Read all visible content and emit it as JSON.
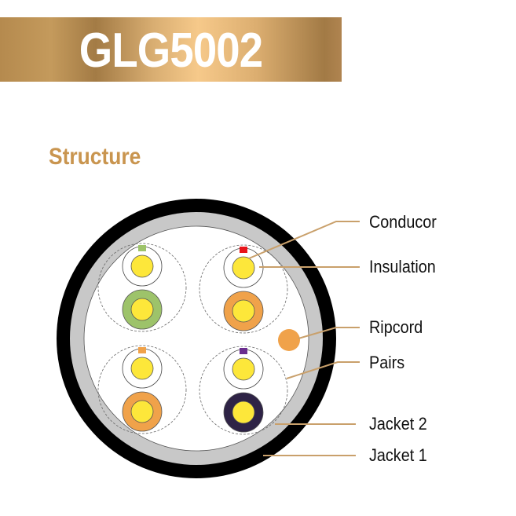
{
  "header": {
    "title": "GLG5002"
  },
  "section": {
    "title": "Structure"
  },
  "labels": {
    "conductor": "Conducor",
    "insulation": "Insulation",
    "ripcord": "Ripcord",
    "pairs": "Pairs",
    "jacket2": "Jacket 2",
    "jacket1": "Jacket 1"
  },
  "colors": {
    "brand_gold": "#c9954f",
    "conductor": "#fde73a",
    "jacket1": "#000000",
    "jacket2": "#c8c8c8",
    "pair_colors": [
      "#9dc36a",
      "#f0a24a",
      "#f0a24a",
      "#2e2346"
    ],
    "markers": [
      "#9dc36a",
      "#e8141a",
      "#f0a24a",
      "#6a2d8f"
    ],
    "ripcord": "#f0a24a",
    "leader_line": "#c9a06b"
  }
}
